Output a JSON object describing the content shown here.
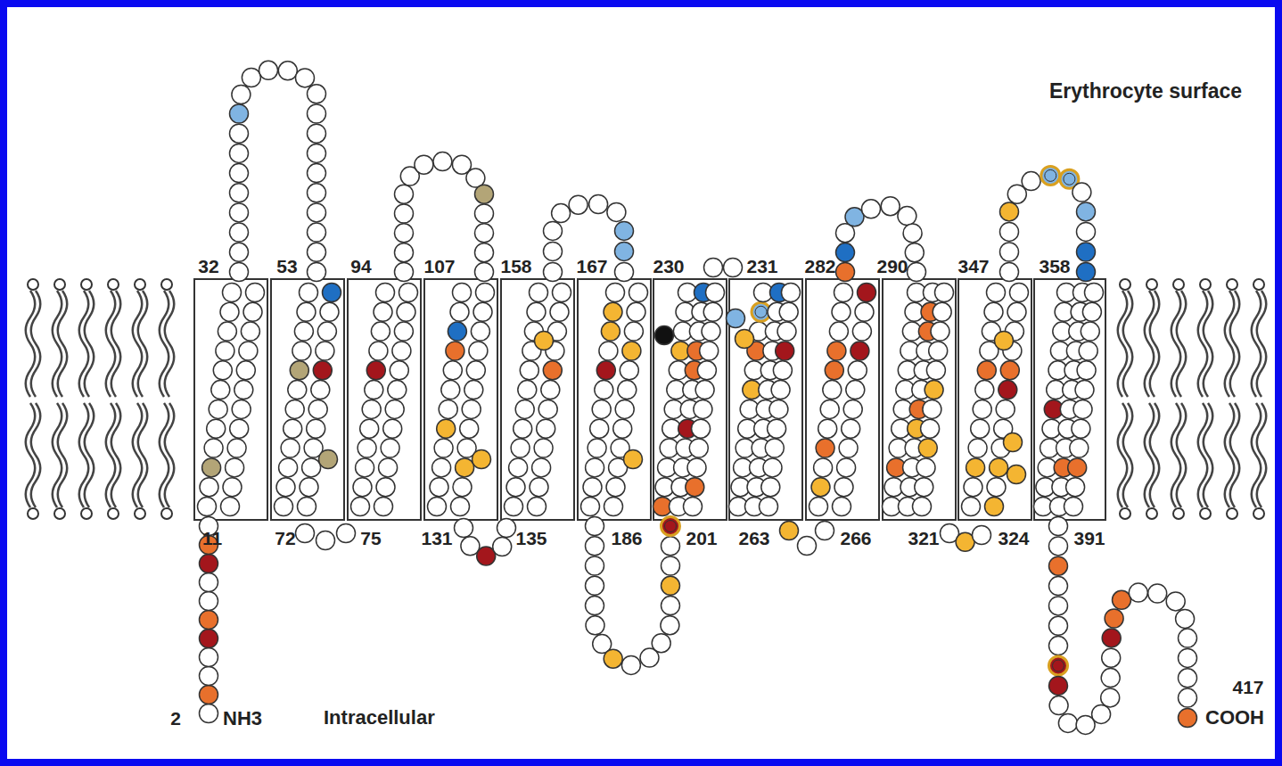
{
  "diagram": {
    "labels": [
      "Erythrocyte surface",
      "32",
      "53",
      "94",
      "107",
      "158",
      "167",
      "230",
      "231",
      "282",
      "290",
      "347",
      "358",
      "11",
      "72",
      "75",
      "131",
      "135",
      "186",
      "201",
      "263",
      "266",
      "321",
      "324",
      "391",
      "417",
      "2",
      "NH3",
      "Intracellular",
      "COOH"
    ]
  }
}
